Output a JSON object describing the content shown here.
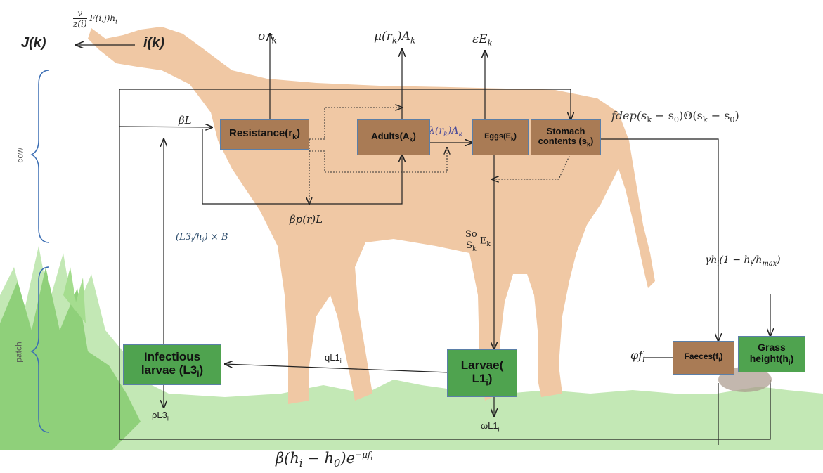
{
  "top": {
    "j_label": "J(k)",
    "i_label": "i(k)",
    "flow_num": "v",
    "flow_den": "z(i)",
    "flow_rest": "F(i,j)h"
  },
  "side": {
    "cow": "cow",
    "patch": "patch"
  },
  "boxes": {
    "resistance": {
      "text": "Resistance(r",
      "sub": "k",
      ")": ")"
    },
    "adults": {
      "text": "Adults(A",
      "sub": "k"
    },
    "eggs": {
      "text": "Eggs(E",
      "sub": "k"
    },
    "stomach": {
      "line1": "Stomach",
      "line2": "contents (s",
      "sub": "k"
    },
    "infectious": {
      "line1": "Infectious",
      "line2": "larvae (L3",
      "sub": "i"
    },
    "larvae": {
      "line1": "Larvae(",
      "line2": "L1",
      "sub": "i"
    },
    "faeces": {
      "text": "Faeces(f",
      "sub": "i"
    },
    "grass": {
      "line1": "Grass",
      "line2": "height(h",
      "sub": "i"
    }
  },
  "labels": {
    "sigma": "σr",
    "sigma_sub": "k",
    "mu": "μ(r",
    "mu_sub": "k",
    "mu_rest": ")A",
    "eps": "εE",
    "eps_sub": "k",
    "betaL": "βL",
    "lambda": "λ(r",
    "lambda_sub": "k",
    "lambda_rest": ")A",
    "fdep": "fdep(s",
    "fdep_rest": " − s",
    "betap": "βp(r)L",
    "l3frac": "(L3",
    "l3frac_h": "h",
    "l3frac_B": ") × B",
    "so": "So",
    "sk": "S",
    "ek": "E",
    "gamma": "γh",
    "gamma_rest": "(1 − h",
    "gamma_max": "max",
    "ql1": "qL1",
    "phi": "φf",
    "rhol3": "ρL3",
    "omegal1": "ωL1",
    "bottom": "β(h",
    "bottom_rest": " − h",
    "bottom_exp": "−μf",
    "small": "i",
    ")": ")"
  }
}
